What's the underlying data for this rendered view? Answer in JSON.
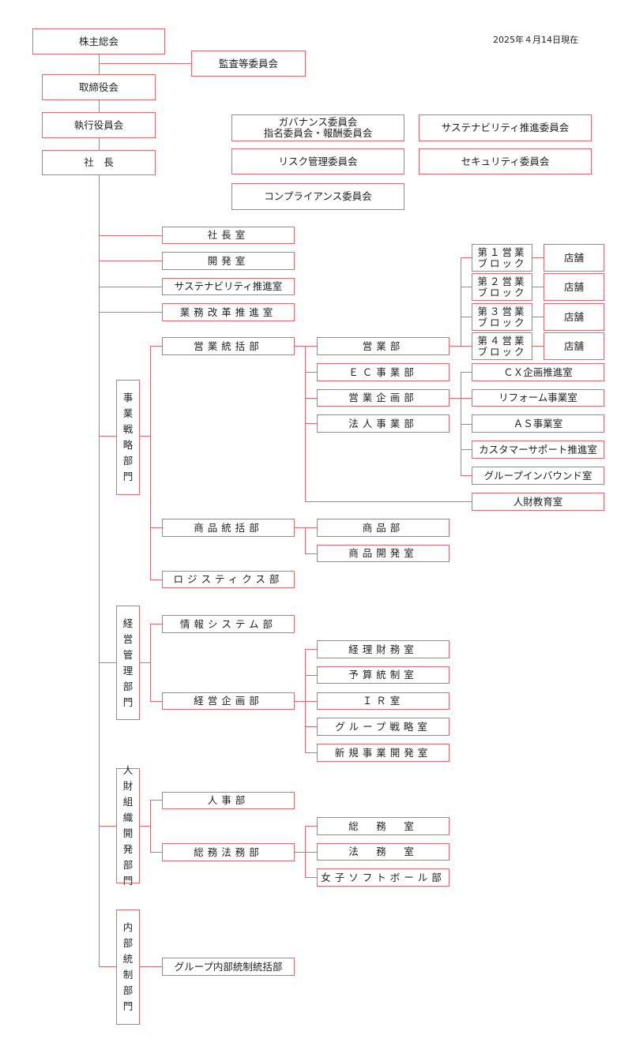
{
  "as_of_date": "2025年４月14日現在",
  "top": {
    "shareholders": "株主総会",
    "audit_committee": "監査等委員会",
    "board": "取締役会",
    "executive_committee": "執行役員会",
    "president": "社　長"
  },
  "committees": {
    "governance": "ガバナンス委員会\n指名委員会・報酬委員会",
    "sustainability": "サステナビリティ推進委員会",
    "risk": "リスク管理委員会",
    "security": "セキュリティ委員会",
    "compliance": "コンプライアンス委員会"
  },
  "direct_offices": [
    "社長室",
    "開発室",
    "サステナビリティ推進室",
    "業務改革推進室"
  ],
  "business_strategy": {
    "division": "事\n業\n戦\n略\n部\n門",
    "sales_hq": "営業統括部",
    "sales_dept": "営業部",
    "sales_blocks": [
      "第１営業\nブロック",
      "第２営業\nブロック",
      "第３営業\nブロック",
      "第４営業\nブロック"
    ],
    "store": "店舗",
    "ec_dept": "ＥＣ事業部",
    "sales_planning": "営業企画部",
    "corporate_dept": "法人事業部",
    "planning_offices": [
      "ＣＸ企画推進室",
      "リフォーム事業室",
      "ＡＳ事業室",
      "カスタマーサポート推進室",
      "グループインバウンド室"
    ],
    "hr_education": "人財教育室",
    "merch_hq": "商品統括部",
    "merch_dept": "商品部",
    "merch_dev": "商品開発室",
    "logistics": "ロジスティクス部"
  },
  "management": {
    "division": "経\n営\n管\n理\n部\n門",
    "it_dept": "情報システム部",
    "planning_dept": "経営企画部",
    "offices": [
      "経理財務室",
      "予算統制室",
      "ＩＲ室",
      "グループ戦略室",
      "新規事業開発室"
    ]
  },
  "hr_org": {
    "division": "人\n財\n組\n織\n開\n発\n部\n門",
    "hr_dept": "人事部",
    "ga_legal_dept": "総務法務部",
    "offices": [
      "総　務　室",
      "法　務　室",
      "女子ソフトボール部"
    ]
  },
  "internal_control": {
    "division": "内\n部\n統\n制\n部\n門",
    "dept": "グループ内部統制統括部"
  }
}
